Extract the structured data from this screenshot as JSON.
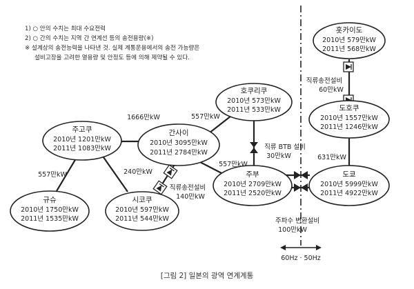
{
  "notes": [
    "1) ○ 안의 수치는 최대 수요전력",
    "2) ○ 간의 수치는 지역 간 연계선 등의 송전용량(※)",
    "※ 설계상의 송전능력을 나타낸 것. 실제 계통운용에서의 송전 가능량은",
    "설비고장을 고려한 열용량 및 안정도 등에 의해 제약될 수 있다."
  ],
  "nodes": {
    "hokkaido": {
      "name": "홋카이도",
      "line1": "2010년 579만kW",
      "line2": "2011년 568만kW"
    },
    "tohoku": {
      "name": "도호쿠",
      "line1": "2010년 1557만kW",
      "line2": "2011년 1246만kW"
    },
    "hokuriku": {
      "name": "호쿠리쿠",
      "line1": "2010년 573만kW",
      "line2": "2011년 533만kW"
    },
    "chugoku": {
      "name": "주고쿠",
      "line1": "2010년 1201만kW",
      "line2": "2011년 1083만kW"
    },
    "kansai": {
      "name": "간사이",
      "line1": "2010년 3095만kW",
      "line2": "2011년 2784만kW"
    },
    "chubu": {
      "name": "주부",
      "line1": "2010년 2709만kW",
      "line2": "2011년 2520만kW"
    },
    "tokyo": {
      "name": "도쿄",
      "line1": "2010년 5999만kW",
      "line2": "2011년 4922만kW"
    },
    "kyushu": {
      "name": "규슈",
      "line1": "2010년 1750만kW",
      "line2": "2011년 1535만kW"
    },
    "shikoku": {
      "name": "시코쿠",
      "line1": "2010년 597만kW",
      "line2": "2011년 544만kW"
    }
  },
  "links": {
    "chugoku_kansai": "1666만kW",
    "kansai_hokuriku": "557만kW",
    "kansai_chubu": "557만kW",
    "chugoku_kyushu": "557만kW",
    "chugoku_shikoku": "240만kW",
    "tohoku_tokyo": "631만kW",
    "hokkaido_tohoku_device": "직류송전설비",
    "hokkaido_tohoku_capacity": "60만kW",
    "hokuriku_chubu_device": "직류 BTB 설비",
    "hokuriku_chubu_capacity": "30만kW",
    "kansai_shikoku_device": "직류송전설비",
    "kansai_shikoku_capacity": "140만kW",
    "freq_converter_device": "주파수 변환설비",
    "freq_converter_capacity": "100만kW"
  },
  "frequency_label": "60Hz · 50Hz",
  "caption": "[그림 2] 일본의 광역 연계계통",
  "colors": {
    "line": "#222222",
    "node_fill": "#ffffff"
  }
}
